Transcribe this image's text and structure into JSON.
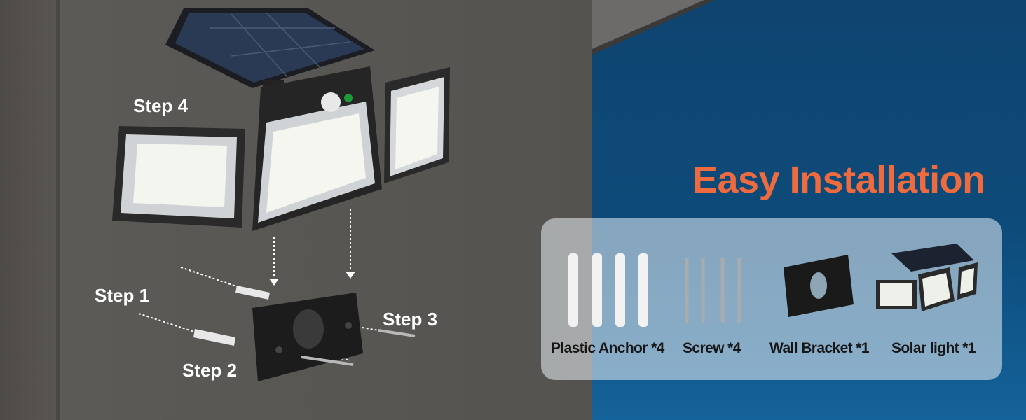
{
  "steps": {
    "step1": "Step 1",
    "step2": "Step 2",
    "step3": "Step 3",
    "step4": "Step 4"
  },
  "heading": "Easy Installation",
  "accent_color": "#ee6a3f",
  "items": [
    {
      "label": "Plastic Anchor *4"
    },
    {
      "label": "Screw *4"
    },
    {
      "label": "Wall Bracket *1"
    },
    {
      "label": "Solar light *1"
    }
  ]
}
